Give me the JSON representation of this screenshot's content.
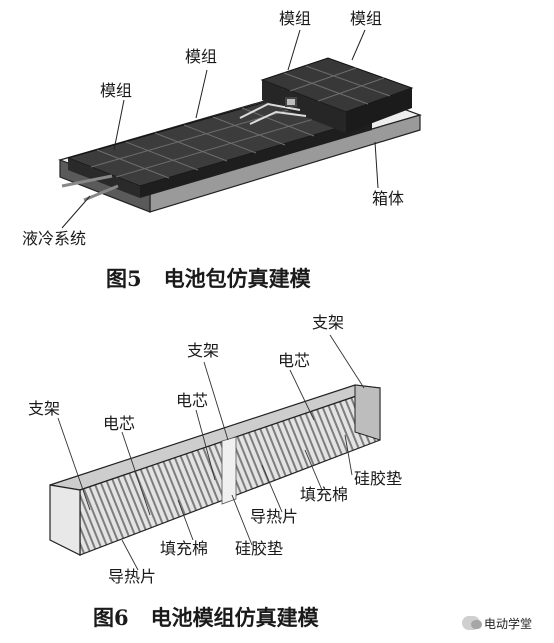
{
  "figure1": {
    "labels": {
      "module_left": "模组",
      "module_mid": "模组",
      "module_top1": "模组",
      "module_top2": "模组",
      "box": "箱体",
      "cooling": "液冷系统"
    },
    "caption_number": "图5",
    "caption_text": "电池包仿真建模"
  },
  "figure2": {
    "labels": {
      "bracket_left": "支架",
      "bracket_right": "支架",
      "cell_1": "电芯",
      "cell_2": "电芯",
      "cell_3": "电芯",
      "thermal_pad_1": "导热片",
      "thermal_pad_2": "导热片",
      "filler_1": "填充棉",
      "filler_2": "填充棉",
      "silicone_1": "硅胶垫",
      "silicone_2": "硅胶垫"
    },
    "caption_number": "图6",
    "caption_text": "电池模组仿真建模"
  },
  "watermark": "电动学堂"
}
